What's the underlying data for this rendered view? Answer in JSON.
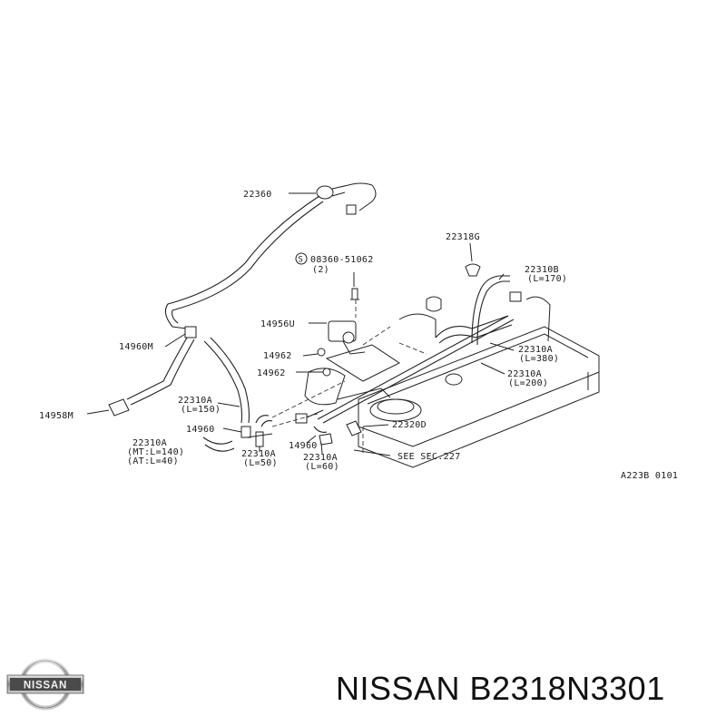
{
  "callouts": {
    "p22360": "22360",
    "p22318g": "22318G",
    "bolt_code": "08360-51062",
    "bolt_qty": "(2)",
    "bolt_symbol": "S",
    "p22310b": "22310B",
    "p22310b_len": "(L=170)",
    "p14956u": "14956U",
    "p14962a": "14962",
    "p14962b": "14962",
    "p14960m": "14960M",
    "p22310a_380": "22310A",
    "len_380": "(L=380)",
    "p22310a_200": "22310A",
    "len_200": "(L=200)",
    "p14958m": "14958M",
    "p22310a_150": "22310A",
    "len_150": "(L=150)",
    "p14960_left": "14960",
    "p22320d": "22320D",
    "p22310a_mt": "22310A",
    "len_mt": "(MT:L=140)",
    "len_at": "(AT:L=40)",
    "p14960_mid": "14960",
    "p22310a_50": "22310A",
    "len_50": "(L=50)",
    "p22310a_60": "22310A",
    "len_60": "(L=60)",
    "see_sec": "SEE SEC.227",
    "ref_code": "A223B 0101"
  },
  "brand": {
    "logo_text": "NISSAN",
    "title": "NISSAN B2318N3301"
  }
}
